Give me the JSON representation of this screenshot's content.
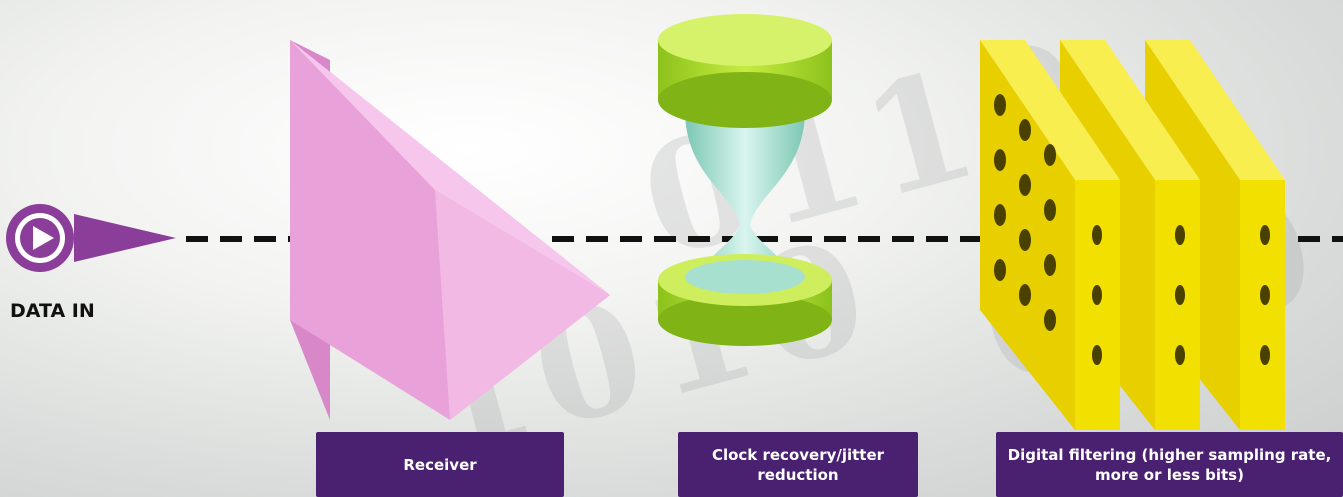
{
  "diagram": {
    "input_label": "DATA IN",
    "stages": [
      {
        "label": "Receiver"
      },
      {
        "label": "Clock recovery/jitter reduction"
      },
      {
        "label": "Digital filtering (higher sampling rate, more or less bits)"
      }
    ]
  },
  "colors": {
    "label_bg": "#4a2170",
    "input_arrow": "#8a3e9a",
    "receiver": "#f0a8de",
    "clock": "#a8dd2a",
    "filter": "#f2e000"
  }
}
